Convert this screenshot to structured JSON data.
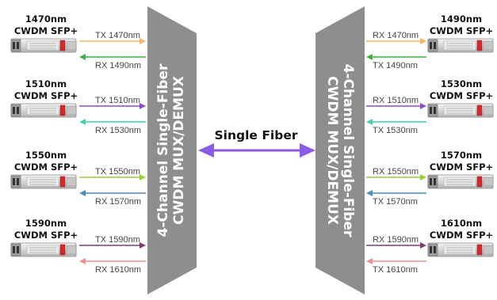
{
  "left_mux": {
    "line1": "4-Channel Single-Fiber",
    "line2": "CWDM MUX/DEMUX"
  },
  "right_mux": {
    "line1": "4-Channel Single-Fiber",
    "line2": "CWDM MUX/DEMUX"
  },
  "fiber_label": "Single Fiber",
  "left_modules": [
    {
      "wl": "1470nm",
      "type": "CWDM SFP+",
      "tx": "TX 1470nm",
      "rx": "RX 1490nm",
      "tx_color": "#f6b46a",
      "rx_color": "#35b53c"
    },
    {
      "wl": "1510nm",
      "type": "CWDM SFP+",
      "tx": "TX 1510nm",
      "rx": "RX 1530nm",
      "tx_color": "#8a4fc4",
      "rx_color": "#3fd3ad"
    },
    {
      "wl": "1550nm",
      "type": "CWDM SFP+",
      "tx": "TX 1550nm",
      "rx": "RX 1570nm",
      "tx_color": "#9ccb3a",
      "rx_color": "#4d8cc7"
    },
    {
      "wl": "1590nm",
      "type": "CWDM SFP+",
      "tx": "TX 1590nm",
      "rx": "RX 1610nm",
      "tx_color": "#7b3f6e",
      "rx_color": "#ef8f8f"
    }
  ],
  "right_modules": [
    {
      "wl": "1490nm",
      "type": "CWDM SFP+",
      "rx": "RX 1470nm",
      "tx": "TX 1490nm",
      "rx_color": "#f6b46a",
      "tx_color": "#35b53c"
    },
    {
      "wl": "1530nm",
      "type": "CWDM SFP+",
      "rx": "RX 1510nm",
      "tx": "TX 1530nm",
      "rx_color": "#8a4fc4",
      "tx_color": "#3fd3ad"
    },
    {
      "wl": "1570nm",
      "type": "CWDM SFP+",
      "rx": "RX 1550nm",
      "tx": "TX 1570nm",
      "rx_color": "#9ccb3a",
      "tx_color": "#4d8cc7"
    },
    {
      "wl": "1610nm",
      "type": "CWDM SFP+",
      "rx": "RX 1590nm",
      "tx": "TX 1610nm",
      "rx_color": "#7b3f6e",
      "tx_color": "#ef8f8f"
    }
  ],
  "colors": {
    "mux_fill": "#8e8e8e",
    "fiber_arrow": "#8a5ce6"
  },
  "icons": {
    "module": "sfp-transceiver-icon"
  }
}
